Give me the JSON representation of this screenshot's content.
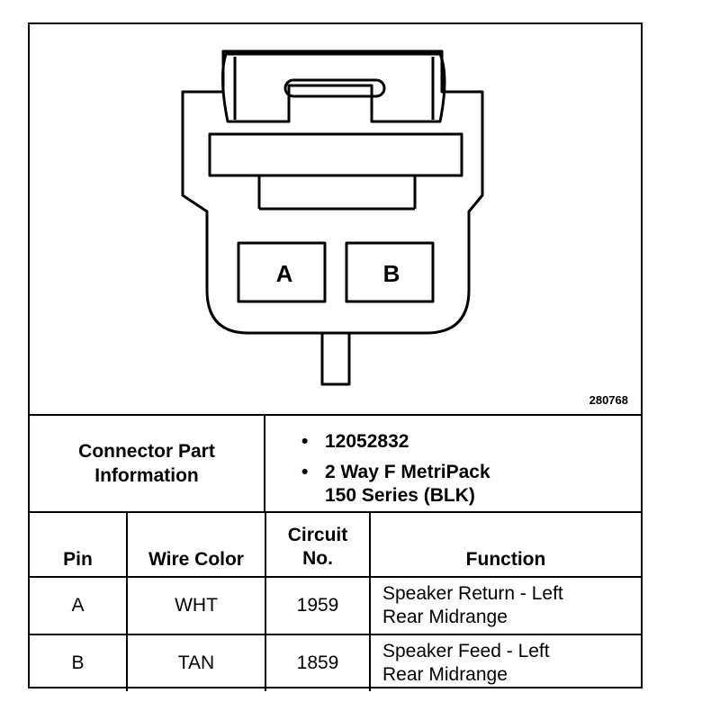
{
  "diagram": {
    "pin_a": "A",
    "pin_b": "B",
    "figure_number": "280768"
  },
  "part_info": {
    "heading": "Connector Part Information",
    "bullet_symbol": "•",
    "part_number": "12052832",
    "description_line1": "2 Way F MetriPack",
    "description_line2": "150 Series (BLK)"
  },
  "table": {
    "headers": {
      "pin": "Pin",
      "wire_color": "Wire Color",
      "circuit_line1": "Circuit",
      "circuit_line2": "No.",
      "function": "Function"
    },
    "rows": [
      {
        "pin": "A",
        "wire_color": "WHT",
        "circuit": "1959",
        "function_line1": "Speaker Return - Left",
        "function_line2": "Rear Midrange"
      },
      {
        "pin": "B",
        "wire_color": "TAN",
        "circuit": "1859",
        "function_line1": "Speaker Feed - Left",
        "function_line2": "Rear Midrange"
      }
    ]
  }
}
